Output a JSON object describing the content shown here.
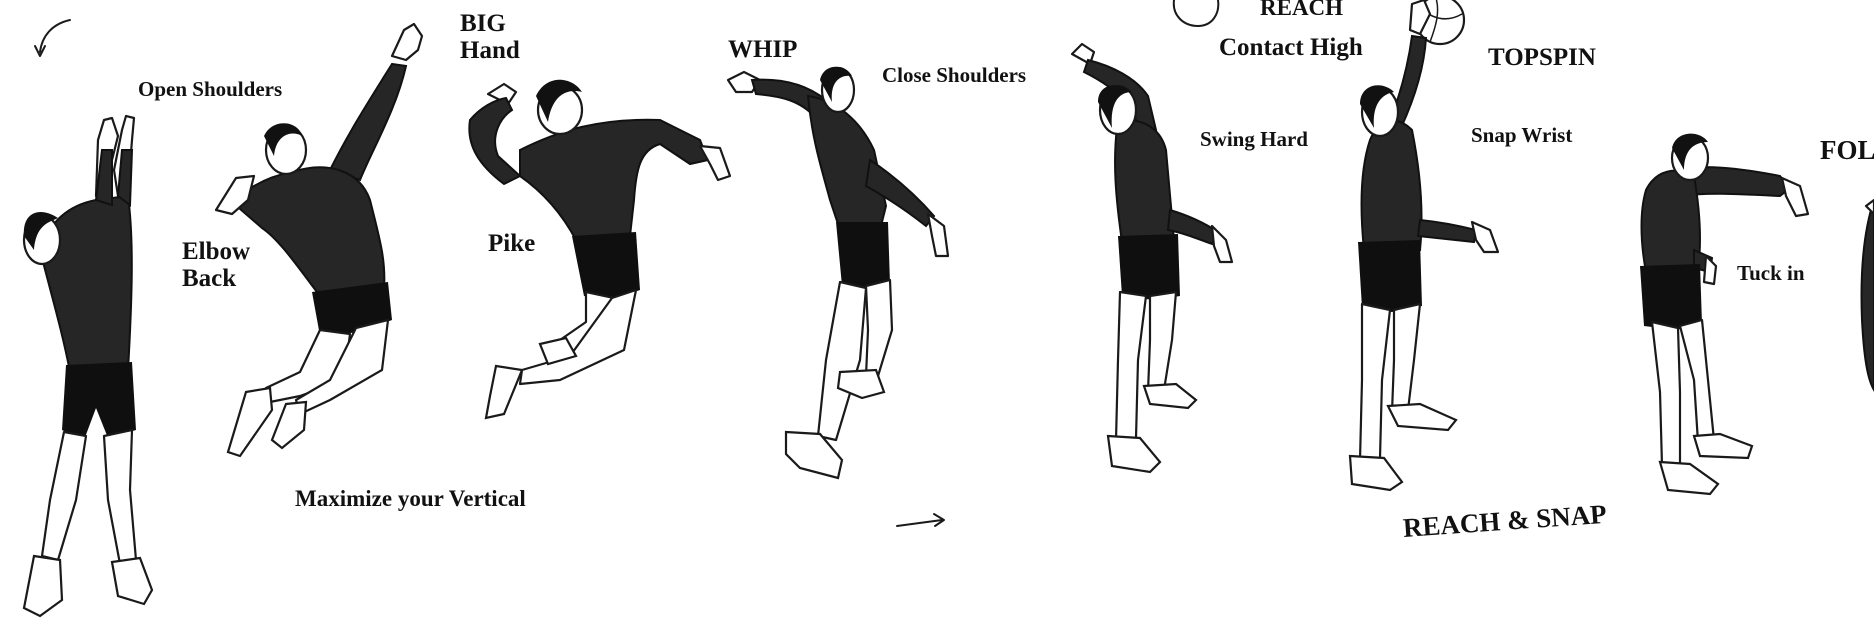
{
  "labels": {
    "open_shoulders": "Open Shoulders",
    "elbow": "Elbow",
    "back": "Back",
    "big": "BIG",
    "hand": "Hand",
    "pike": "Pike",
    "whip": "WHIP",
    "close_shoulders": "Close Shoulders",
    "maximize": "Maximize your Vertical",
    "reach": "REACH",
    "contact_high": "Contact High",
    "swing_hard": "Swing Hard",
    "topspin": "TOPSPIN",
    "snap_wrist": "Snap Wrist",
    "reach_snap": "REACH & SNAP",
    "tuck_in": "Tuck in",
    "fol": "FOL"
  },
  "figures": [
    "figure-takeoff",
    "figure-jump-elbow-back",
    "figure-jump-pike",
    "figure-whip",
    "figure-swing",
    "figure-contact",
    "figure-follow-through",
    "figure-partial"
  ]
}
